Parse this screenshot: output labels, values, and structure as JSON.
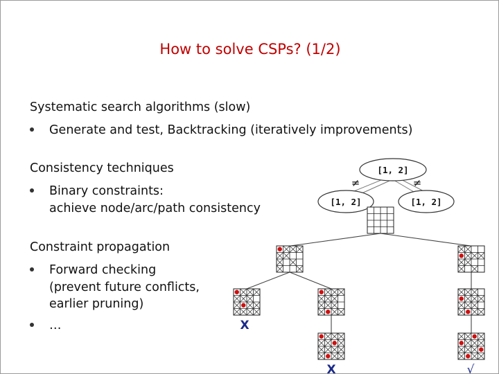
{
  "title": "How to solve CSPs? (1/2)",
  "sections": [
    {
      "heading": "Systematic search algorithms (slow)",
      "bullets": [
        [
          "Generate and test, Backtracking (iteratively improvements)"
        ]
      ]
    },
    {
      "heading": "Consistency techniques",
      "bullets": [
        [
          "Binary constraints:",
          "achieve node/arc/path consistency"
        ]
      ]
    },
    {
      "heading": "Constraint propagation",
      "bullets": [
        [
          "Forward checking",
          "(prevent future conflicts,",
          "earlier pruning)"
        ],
        [
          "…"
        ]
      ]
    }
  ],
  "diagram": {
    "top_domain": "[1, 2]",
    "left_domain": "[1, 2]",
    "right_domain": "[1, 2]",
    "edge_symbol": "≠",
    "fail_mark": "X",
    "success_mark": "√",
    "colors": {
      "queen": "#cc1111",
      "marks": "#1a2a8a",
      "title": "#c00000"
    }
  }
}
